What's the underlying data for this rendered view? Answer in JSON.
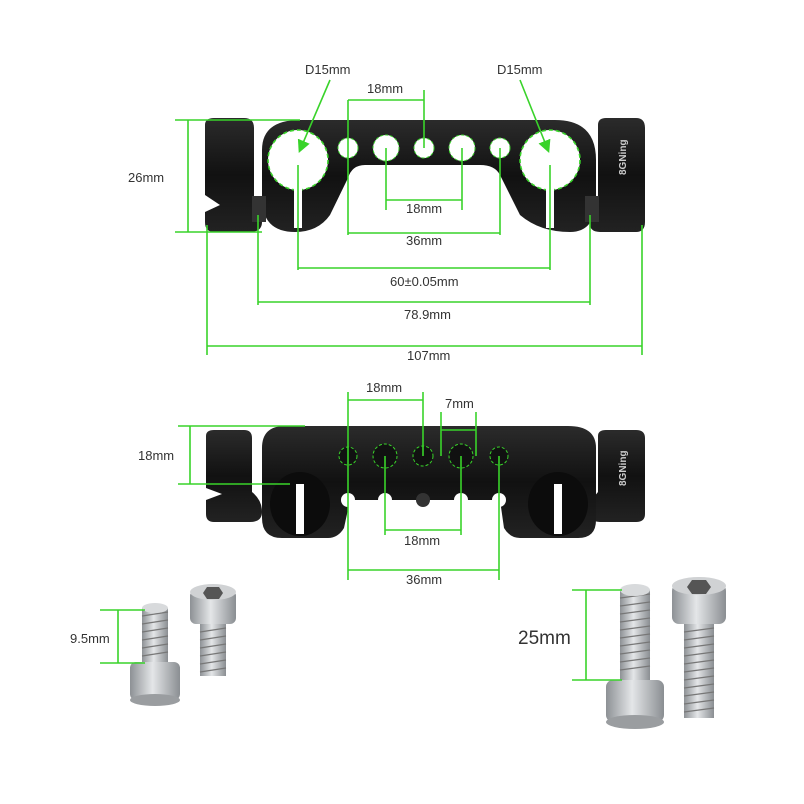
{
  "colors": {
    "accent": "#39d32a",
    "metal": "#1a1a1a",
    "screw": "#b9bcbf",
    "text": "#333333"
  },
  "top_view": {
    "d_left": "D15mm",
    "d_right": "D15mm",
    "dim_hole_top": "18mm",
    "dim_hole_mid": "18mm",
    "dim_36": "36mm",
    "dim_60": "60±0.05mm",
    "dim_789": "78.9mm",
    "dim_107": "107mm",
    "dim_height": "26mm"
  },
  "side_view": {
    "dim_18_top": "18mm",
    "dim_7": "7mm",
    "dim_height": "18mm",
    "dim_18_bottom": "18mm",
    "dim_36": "36mm"
  },
  "screws": {
    "short_length": "9.5mm",
    "long_length": "25mm"
  },
  "brand": {
    "logo": "8GNing"
  }
}
